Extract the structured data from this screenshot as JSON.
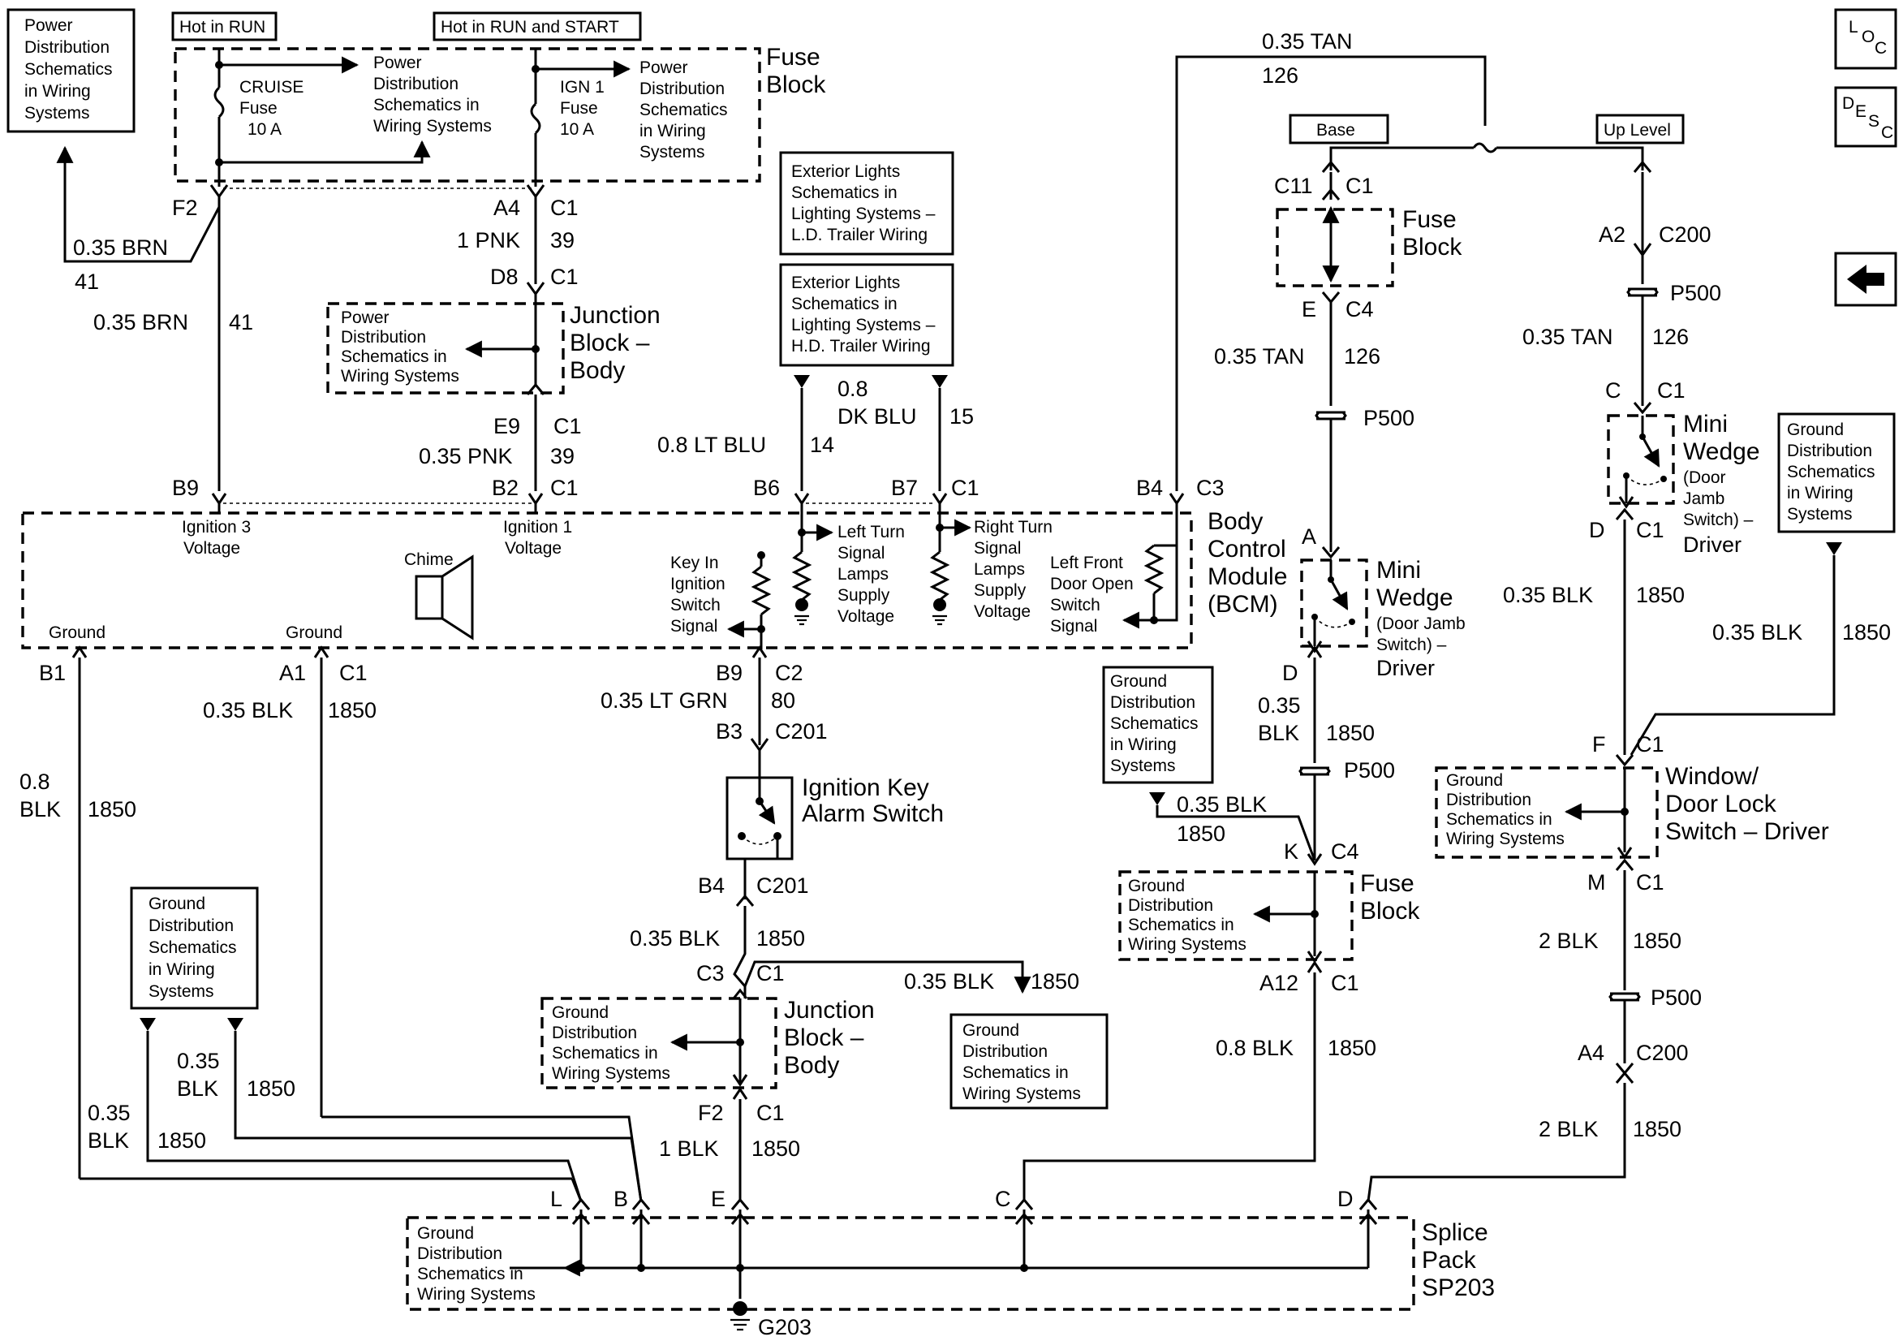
{
  "fuse_block_top": {
    "tag_run": "Hot in RUN",
    "tag_run_start": "Hot in RUN and START",
    "ref_left": [
      "Power",
      "Distribution",
      "Schematics",
      "in Wiring",
      "Systems"
    ],
    "ref_mid": [
      "Power",
      "Distribution",
      "Schematics in",
      "Wiring Systems"
    ],
    "ref_right": [
      "Power",
      "Distribution",
      "Schematics",
      "in Wiring",
      "Systems"
    ],
    "cruise_fuse": [
      "CRUISE",
      "Fuse",
      "10 A"
    ],
    "ign_fuse": [
      "IGN 1",
      "Fuse",
      "10 A"
    ],
    "title": [
      "Fuse",
      "Block"
    ]
  },
  "wires": {
    "f2_pin": "F2",
    "brn_a": "0.35 BRN",
    "brn_a_circuit": "41",
    "brn_b": "0.35 BRN",
    "brn_b_circuit": "41",
    "a4_pin": "A4",
    "c1_a": "C1",
    "pnk_a": "1 PNK",
    "pnk_a_circuit": "39",
    "d8_pin": "D8",
    "c1_b": "C1",
    "e9_pin": "E9",
    "c1_c": "C1",
    "pnk_b": "0.35 PNK",
    "pnk_b_circuit": "39",
    "ltblu": "0.8 LT BLU",
    "ltblu_circuit": "14",
    "dkblu_size": "0.8",
    "dkblu": "DK BLU",
    "dkblu_circuit": "15",
    "tan_top": "0.35 TAN",
    "tan_top_circuit": "126"
  },
  "junction_block_top": {
    "ref": [
      "Power",
      "Distribution",
      "Schematics in",
      "Wiring Systems"
    ],
    "title": [
      "Junction",
      "Block –",
      "Body"
    ]
  },
  "exterior_refs": {
    "ld": [
      "Exterior Lights",
      "Schematics in",
      "Lighting Systems –",
      "L.D. Trailer Wiring"
    ],
    "hd": [
      "Exterior Lights",
      "Schematics in",
      "Lighting Systems –",
      "H.D. Trailer Wiring"
    ]
  },
  "bcm": {
    "pin_b9": "B9",
    "pin_b2": "B2",
    "pin_b2_c": "C1",
    "pin_b6": "B6",
    "pin_b7": "B7",
    "pin_b7_c": "C1",
    "pin_b4": "B4",
    "pin_b4_c": "C3",
    "ign3": [
      "Ignition 3",
      "Voltage"
    ],
    "ign1": [
      "Ignition 1",
      "Voltage"
    ],
    "chime": "Chime",
    "key_in": [
      "Key In",
      "Ignition",
      "Switch",
      "Signal"
    ],
    "left_turn": [
      "Left Turn",
      "Signal",
      "Lamps",
      "Supply",
      "Voltage"
    ],
    "right_turn": [
      "Right Turn",
      "Signal",
      "Lamps",
      "Supply",
      "Voltage"
    ],
    "left_door": [
      "Left Front",
      "Door Open",
      "Switch",
      "Signal"
    ],
    "ground_a": "Ground",
    "ground_b": "Ground",
    "title": [
      "Body",
      "Control",
      "Module",
      "(BCM)"
    ]
  },
  "lower_left": {
    "b1_pin": "B1",
    "a1_pin": "A1",
    "a1_c": "C1",
    "blk_a": "0.35 BLK",
    "blk_a_circuit": "1850",
    "blk_b_size": "0.8",
    "blk_b": "BLK",
    "blk_b_circuit": "1850",
    "ref_ground": [
      "Ground",
      "Distribution",
      "Schematics",
      "in Wiring",
      "Systems"
    ],
    "blk_c_size": "0.35",
    "blk_c": "BLK",
    "blk_c_circuit": "1850",
    "blk_d_size": "0.35",
    "blk_d": "BLK",
    "blk_d_circuit": "1850"
  },
  "ignition_key": {
    "b9_pin": "B9",
    "c2": "C2",
    "wire": "0.35 LT GRN",
    "wire_circuit": "80",
    "b3_pin": "B3",
    "c201_a": "C201",
    "title": [
      "Ignition Key",
      "Alarm Switch"
    ],
    "b4_pin": "B4",
    "c201_b": "C201",
    "blk_e": "0.35 BLK",
    "blk_e_circuit": "1850",
    "c3_pin": "C3",
    "c3_c": "C1",
    "blk_f": "0.35 BLK",
    "blk_f_circuit": "1850",
    "ref_ground": [
      "Ground",
      "Distribution",
      "Schematics in",
      "Wiring Systems"
    ]
  },
  "junction_block_bottom": {
    "ref": [
      "Ground",
      "Distribution",
      "Schematics in",
      "Wiring Systems"
    ],
    "title": [
      "Junction",
      "Block –",
      "Body"
    ],
    "f2_pin": "F2",
    "f2_c": "C1",
    "blk": "1 BLK",
    "blk_circuit": "1850"
  },
  "splice_pack": {
    "pin_l": "L",
    "pin_b": "B",
    "pin_e": "E",
    "pin_c": "C",
    "pin_d": "D",
    "ref": [
      "Ground",
      "Distribution",
      "Schematics in",
      "Wiring Systems"
    ],
    "title": [
      "Splice",
      "Pack",
      "SP203"
    ],
    "ground": "G203"
  },
  "base_branch": {
    "tag": "Base",
    "c11": "C11",
    "c1": "C1",
    "fuse_block": [
      "Fuse",
      "Block"
    ],
    "e_pin": "E",
    "c4_a": "C4",
    "tan": "0.35 TAN",
    "tan_circuit": "126",
    "p500_a": "P500",
    "a_pin": "A",
    "mini_wedge": [
      "Mini",
      "Wedge"
    ],
    "mini_wedge_sub": [
      "(Door Jamb",
      "Switch) –"
    ],
    "mini_wedge_driver": "Driver",
    "d_pin": "D",
    "blk_size": "0.35",
    "blk": "BLK",
    "blk_circuit": "1850",
    "p500_b": "P500",
    "ref_ground": [
      "Ground",
      "Distribution",
      "Schematics",
      "in Wiring",
      "Systems"
    ],
    "blk_b": "0.35 BLK",
    "blk_b_circuit": "1850",
    "k_pin": "K",
    "c4_b": "C4",
    "fuse_block_b": [
      "Fuse",
      "Block"
    ],
    "ref_ground_b": [
      "Ground",
      "Distribution",
      "Schematics in",
      "Wiring Systems"
    ],
    "a12_pin": "A12",
    "a12_c": "C1",
    "blk_c": "0.8 BLK",
    "blk_c_circuit": "1850"
  },
  "uplevel_branch": {
    "tag": "Up Level",
    "a2_pin": "A2",
    "c200_a": "C200",
    "p500_a": "P500",
    "tan": "0.35 TAN",
    "tan_circuit": "126",
    "c_pin": "C",
    "c_c": "C1",
    "mini_wedge": [
      "Mini",
      "Wedge"
    ],
    "mini_wedge_sub": [
      "(Door",
      "Jamb",
      "Switch) –"
    ],
    "mini_wedge_driver": "Driver",
    "ref_ground": [
      "Ground",
      "Distribution",
      "Schematics",
      "in Wiring",
      "Systems"
    ],
    "d_pin": "D",
    "d_c": "C1",
    "blk_a": "0.35 BLK",
    "blk_a_circuit": "1850",
    "blk_b": "0.35 BLK",
    "blk_b_circuit": "1850",
    "f_pin": "F",
    "f_c": "C1",
    "window_ref": [
      "Ground",
      "Distribution",
      "Schematics in",
      "Wiring Systems"
    ],
    "window_title": [
      "Window/",
      "Door Lock",
      "Switch – Driver"
    ],
    "m_pin": "M",
    "m_c": "C1",
    "blk_c": "2 BLK",
    "blk_c_circuit": "1850",
    "p500_b": "P500",
    "a4_pin": "A4",
    "c200_b": "C200",
    "blk_d": "2 BLK",
    "blk_d_circuit": "1850"
  },
  "corner_icons": {
    "loc": [
      "L",
      "O",
      "C"
    ],
    "desc": [
      "D",
      "E",
      "S",
      "C"
    ],
    "back_icon": "left-arrow-icon"
  }
}
